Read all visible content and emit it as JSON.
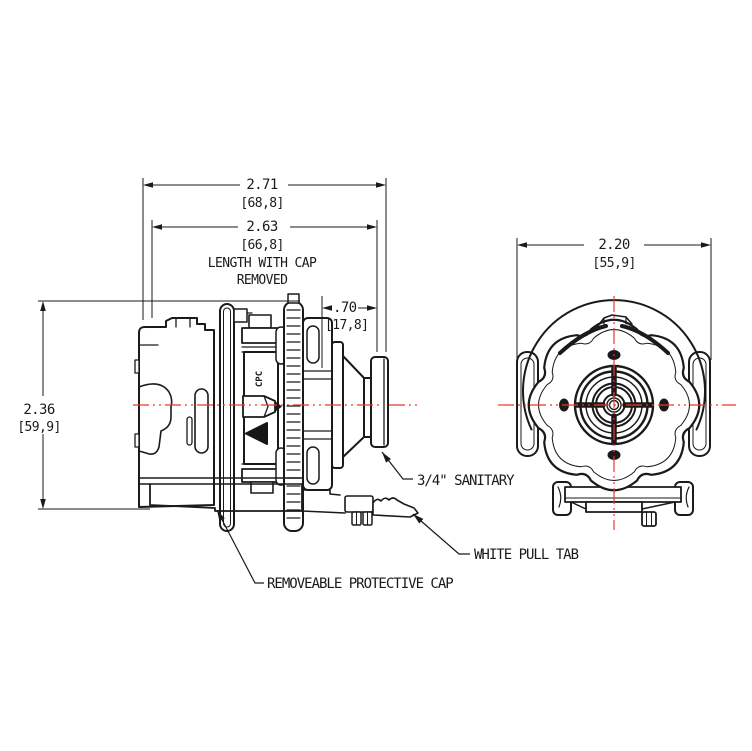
{
  "drawing": {
    "dim_overall_length": {
      "inches": "2.71",
      "mm": "[68,8]"
    },
    "dim_length_cap_removed": {
      "inches": "2.63",
      "mm": "[66,8]",
      "note_line1": "LENGTH WITH CAP",
      "note_line2": "REMOVED"
    },
    "dim_ferrule": {
      "inches": ".70",
      "mm": "[17,8]"
    },
    "dim_height": {
      "inches": "2.36",
      "mm": "[59,9]"
    },
    "dim_front_width": {
      "inches": "2.20",
      "mm": "[55,9]"
    },
    "callout_sanitary": "3/4\" SANITARY",
    "callout_pull_tab": "WHITE PULL TAB",
    "callout_cap": "REMOVEABLE PROTECTIVE CAP",
    "body_marking": "CPC",
    "colors": {
      "centerline": "#e8392b",
      "line": "#1a1a1a",
      "background": "#ffffff"
    }
  }
}
